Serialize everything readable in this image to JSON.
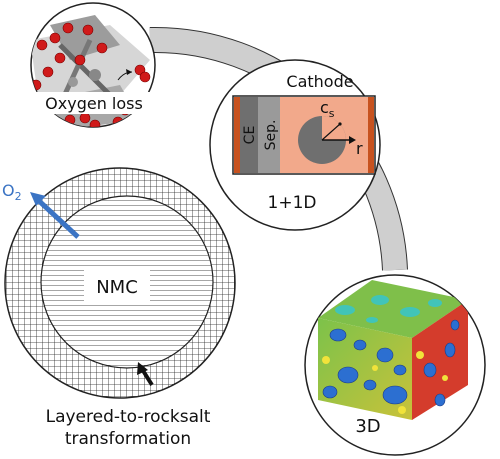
{
  "labels": {
    "oxygen_loss": "Oxygen loss",
    "cathode": "Cathode",
    "ce": "CE",
    "separator": "Sep.",
    "cs": "c",
    "cs_sub": "s",
    "radius": "r",
    "model_1d": "1+1D",
    "o2": "O",
    "o2_sub": "2",
    "nmc": "NMC",
    "transformation_line1": "Layered-to-rocksalt",
    "transformation_line2": "transformation",
    "model_3d": "3D"
  },
  "colors": {
    "ring": "#cfcfcf",
    "cathode_fill": "#f2a98b",
    "cathode_border": "#c7521f",
    "separator": "#9a9a9a",
    "counter_electrode": "#6f6f6f",
    "particle": "#6f6f6f",
    "o2_arrow": "#3b74c4",
    "oxygen_atom": "#d01a1a"
  }
}
